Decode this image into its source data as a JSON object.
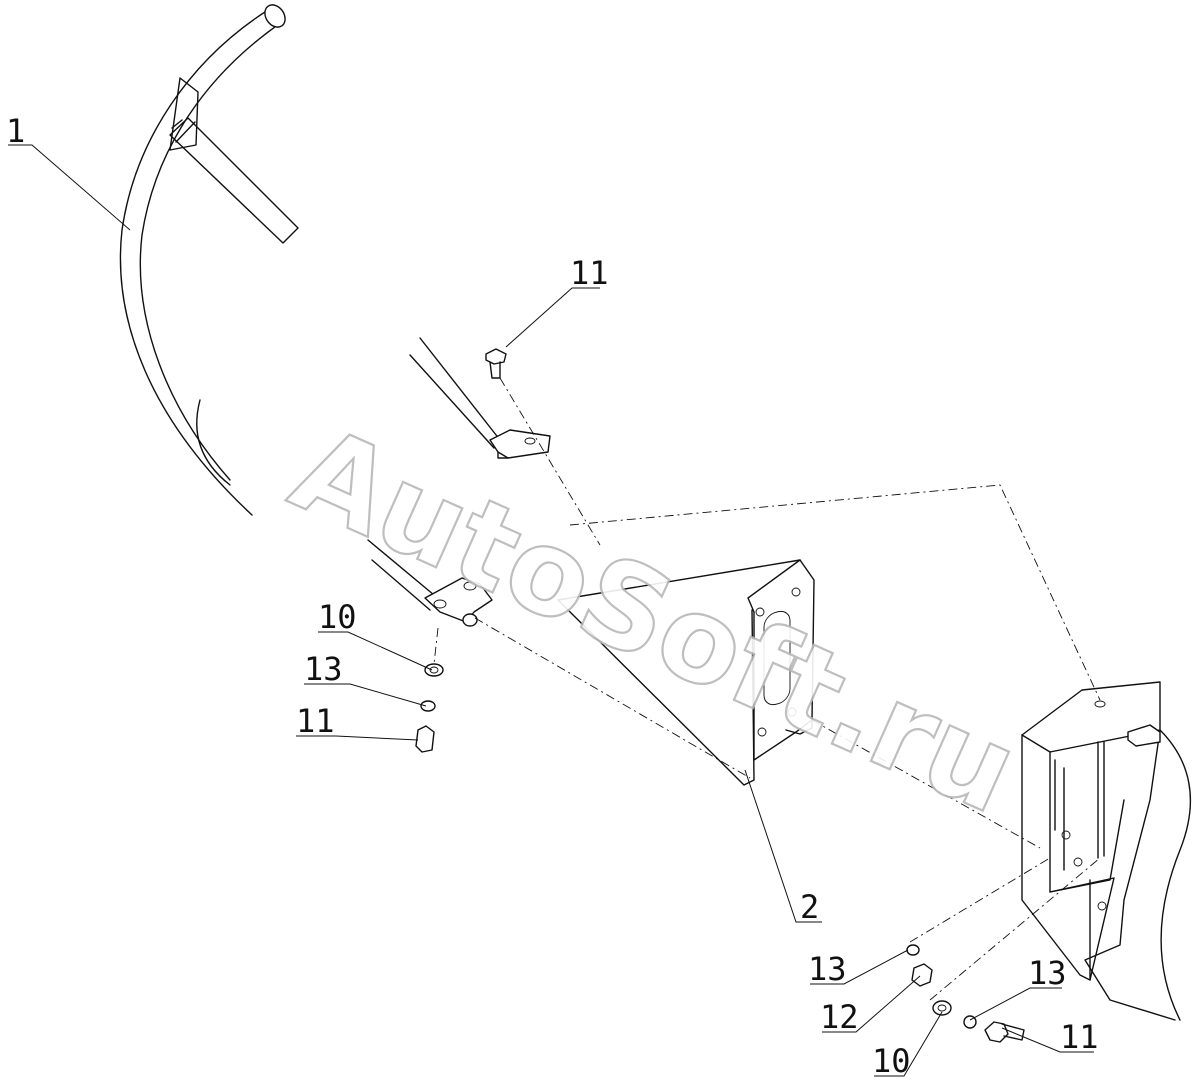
{
  "watermark": "AutoSoft.ru",
  "callouts": [
    "1",
    "11",
    "10",
    "13",
    "11",
    "2",
    "13",
    "12",
    "13",
    "11",
    "10"
  ]
}
